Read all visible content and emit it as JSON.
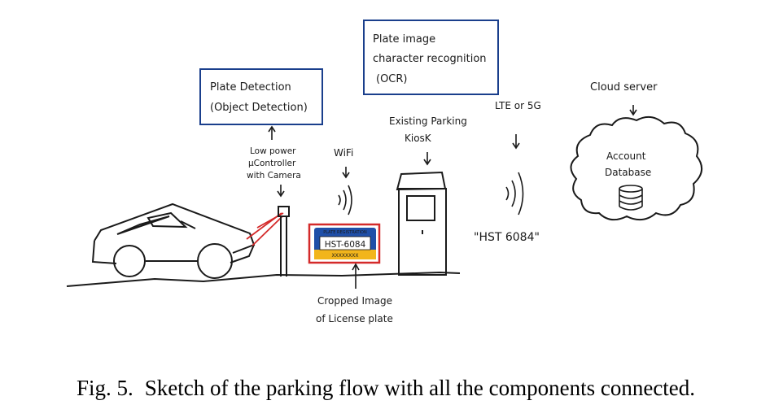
{
  "labels": {
    "plate_detection_line1": "Plate Detection",
    "plate_detection_line2": "(Object Detection)",
    "ocr_line1": "Plate image",
    "ocr_line2": "character recognition",
    "ocr_line3": "(OCR)",
    "controller_line1": "Low power",
    "controller_line2": "µController",
    "controller_line3": "with Camera",
    "wifi": "WiFi",
    "kiosk_line1": "Existing Parking",
    "kiosk_line2": "KiosK",
    "lte": "LTE or 5G",
    "cloud_server": "Cloud server",
    "account_db_line1": "Account",
    "account_db_line2": "Database",
    "plate_header": "PLATE REGISTRATION",
    "plate_number": "HST-6084",
    "plate_footer": "XXXXXXXX",
    "recognized_text": "\"HST 6084\"",
    "cropped_line1": "Cropped Image",
    "cropped_line2": "of License plate"
  },
  "caption": {
    "number": "Fig. 5.",
    "text": "Sketch of the parking flow with all the components connected."
  },
  "colors": {
    "ink": "#1a1a1a",
    "box_stroke": "#1a3f8c",
    "box_text": "#1a3f8c",
    "laser": "#d42a2a",
    "crop_box": "#d42a2a",
    "plate_blue": "#1f4fa8",
    "plate_yellow": "#f2b51b"
  }
}
